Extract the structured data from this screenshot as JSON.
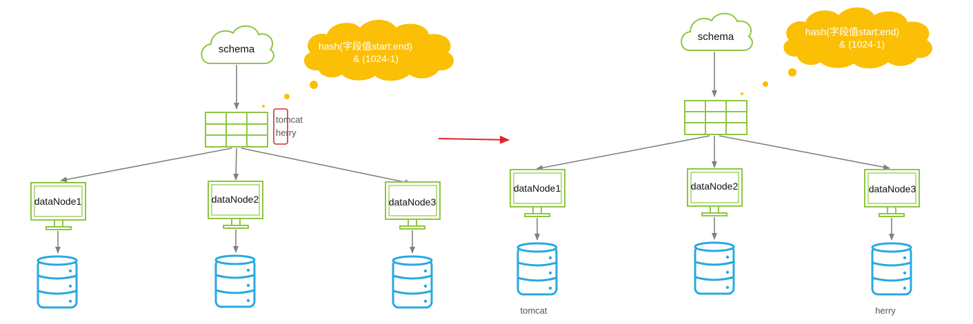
{
  "colors": {
    "green": "#8cc63f",
    "blue": "#27a9e1",
    "cloud_yellow": "#fbbf06",
    "arrow_gray": "#808080",
    "highlight_red": "#d0312d",
    "transition_arrow": "#e0232a"
  },
  "left": {
    "schema_label": "schema",
    "hash_line1": "hash(字段值start:end)",
    "hash_line2": "& (1024-1)",
    "key1": "tomcat",
    "key2": "herry",
    "nodes": [
      "dataNode1",
      "dataNode2",
      "dataNode3"
    ]
  },
  "right": {
    "schema_label": "schema",
    "hash_line1": "hash(字段值start:end)",
    "hash_line2": "& (1024-1)",
    "nodes": [
      "dataNode1",
      "dataNode2",
      "dataNode3"
    ],
    "db1_label": "tomcat",
    "db3_label": "herry"
  },
  "icons": {
    "schema": "cloud-icon",
    "table": "table-icon",
    "node": "monitor-icon",
    "db": "database-icon",
    "thought": "thought-bubble-icon"
  }
}
